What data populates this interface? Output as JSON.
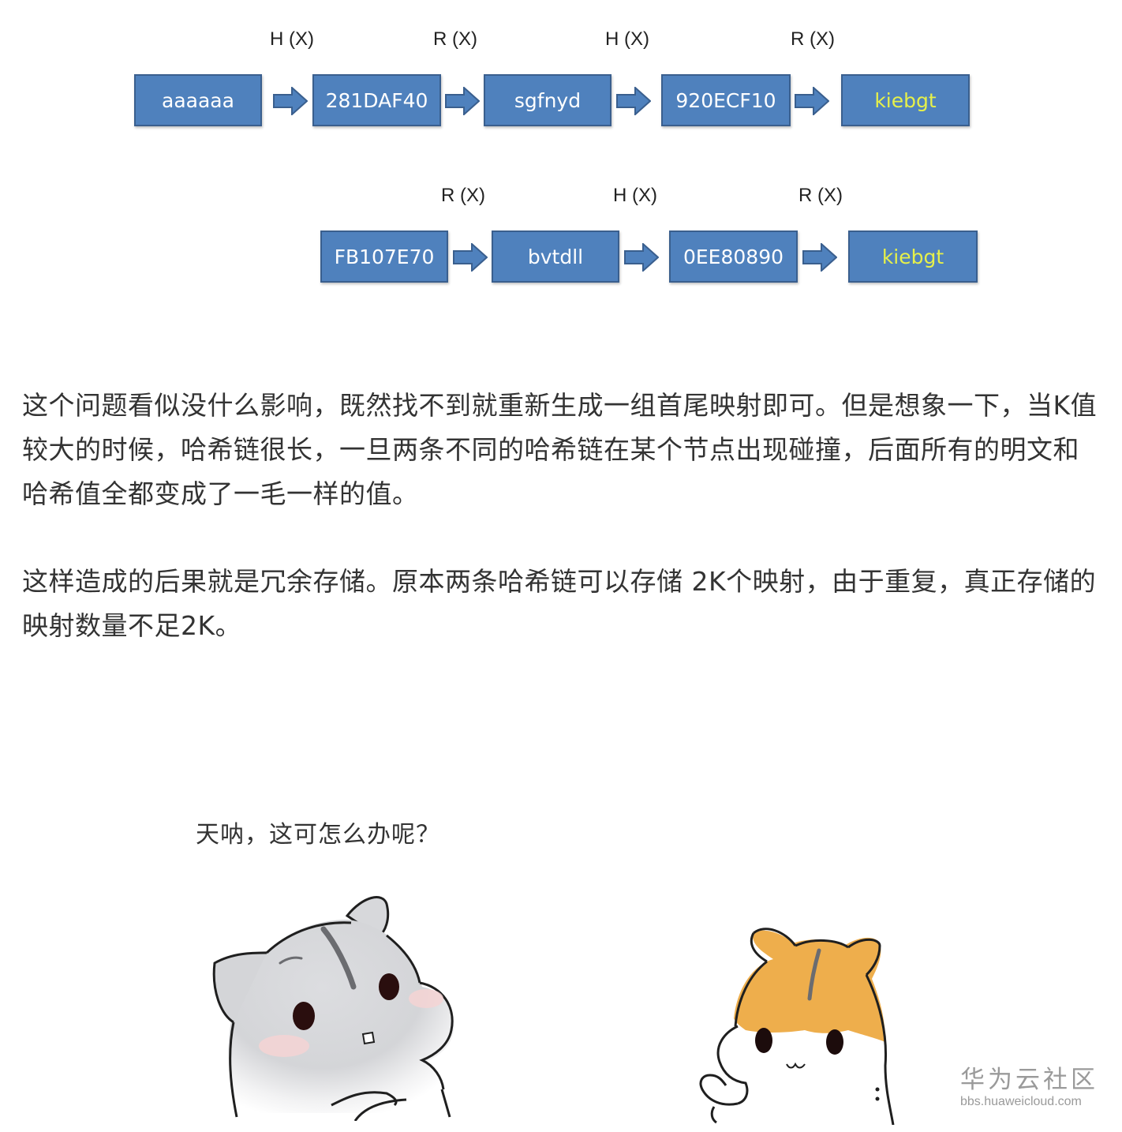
{
  "diagram": {
    "box_color": "#4f81bd",
    "final_text_color": "#e6f04a",
    "chain1": {
      "function_labels": [
        "H (X)",
        "R (X)",
        "H (X)",
        "R (X)"
      ],
      "nodes": [
        "aaaaaa",
        "281DAF40",
        "sgfnyd",
        "920ECF10",
        "kiebgt"
      ]
    },
    "chain2": {
      "function_labels": [
        "R (X)",
        "H (X)",
        "R (X)"
      ],
      "nodes": [
        "FB107E70",
        "bvtdll",
        "0EE80890",
        "kiebgt"
      ]
    },
    "arrow_icon": "right-block-arrow"
  },
  "article": {
    "paragraphs": [
      "这个问题看似没什么影响，既然找不到就重新生成一组首尾映射即可。但是想象一下，当K值较大的时候，哈希链很长，一旦两条不同的哈希链在某个节点出现碰撞，后面所有的明文和哈希值全都变成了一毛一样的值。",
      "这样造成的后果就是冗余存储。原本两条哈希链可以存储 2K个映射，由于重复，真正存储的映射数量不足2K。"
    ]
  },
  "illustration": {
    "caption": "天呐，这可怎么办呢？",
    "characters": [
      "grey-hamster",
      "orange-hamster"
    ],
    "colors": {
      "grey": "#d9dadd",
      "orange": "#eeae4c",
      "blush": "#f6d3d3",
      "line": "#1f1f1f"
    }
  },
  "watermark": {
    "title": "华为云社区",
    "url": "bbs.huaweicloud.com"
  }
}
